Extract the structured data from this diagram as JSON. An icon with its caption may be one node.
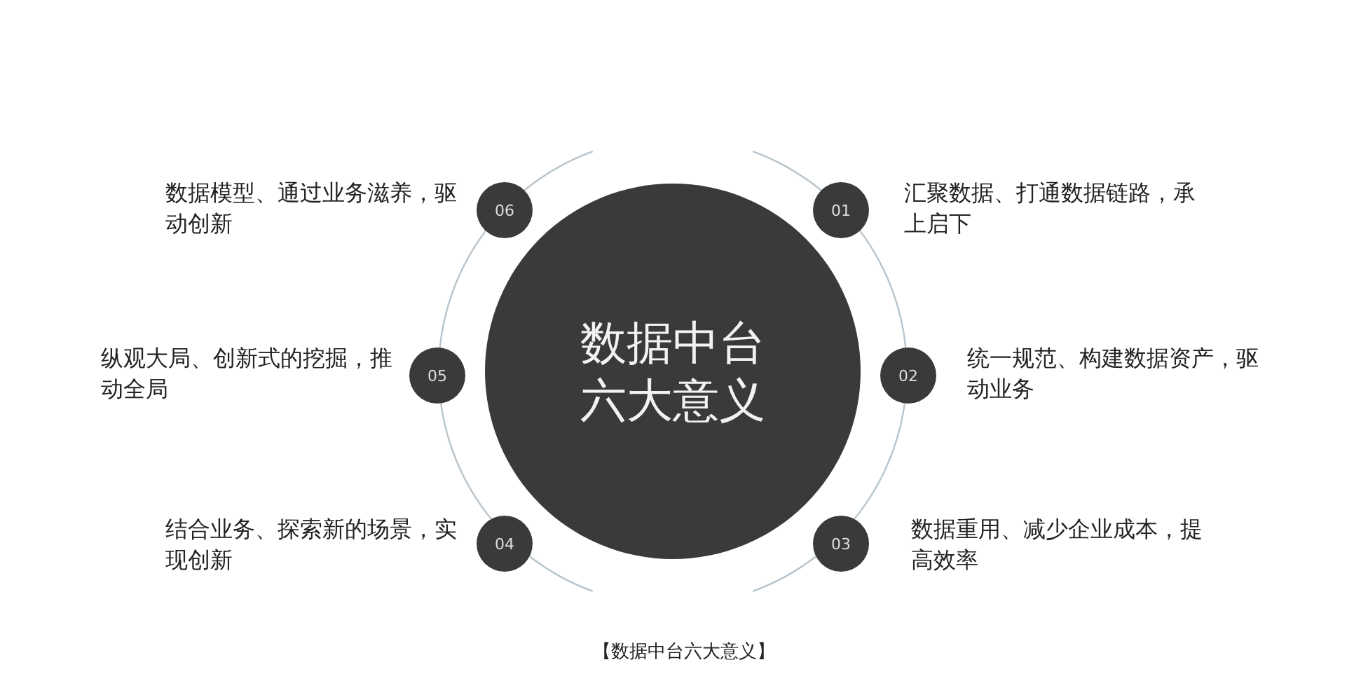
{
  "diagram": {
    "caption": "【数据中台六大意义】",
    "nodes": [
      {
        "text": [
          "数据中台六大意义"
        ]
      },
      {
        "text": [
          "01"
        ],
        "beside": [
          "汇聚数据、打通数据链路，承上启下"
        ]
      },
      {
        "text": [
          "02"
        ],
        "beside": [
          "统一规范、构建数据资产，驱动业务"
        ]
      },
      {
        "text": [
          "03"
        ],
        "beside": [
          "数据重用、减少企业成本，提高效率"
        ]
      },
      {
        "text": [
          "04"
        ],
        "beside": [
          "结合业务、探索新的场景，实现创新"
        ]
      },
      {
        "text": [
          "05"
        ],
        "beside": [
          "纵观大局、创新式的挖掘，推动全局"
        ]
      },
      {
        "text": [
          "06"
        ],
        "beside": [
          "数据模型、通过业务滋养，驱动创新"
        ]
      }
    ],
    "edges": []
  }
}
